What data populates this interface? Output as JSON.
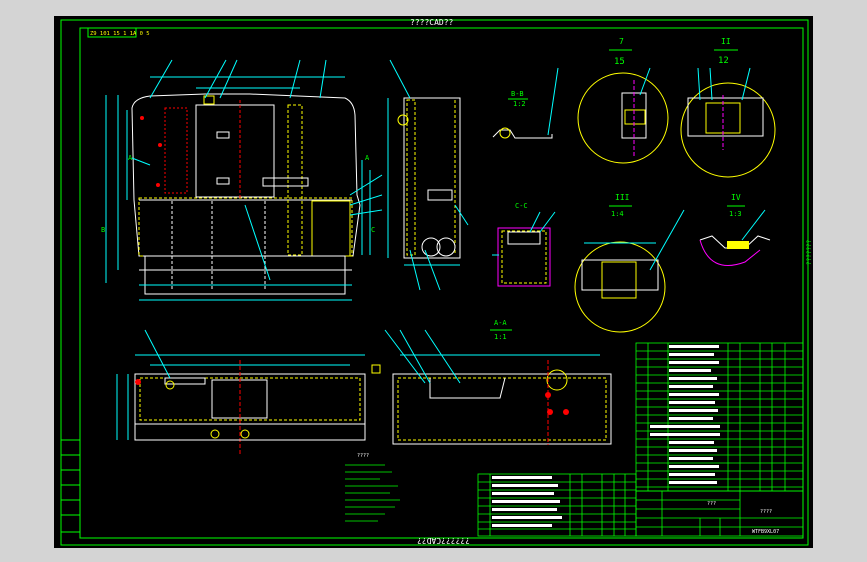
{
  "window": {
    "background": "#d4d4d4",
    "sheet_color": "#000000"
  },
  "drawing": {
    "top_title": "????CAD??",
    "bottom_title": "??????CAD??",
    "right_side_text": "???????",
    "code_box": "Z9 101 15 1 1A 0 5",
    "sections": {
      "bb": {
        "letter": "B-B",
        "scale": "1:2"
      },
      "cc": {
        "letter": "C-C"
      },
      "aa": {
        "letter": "A-A",
        "scale": "1:1"
      },
      "d1": {
        "num": "7",
        "den": "15"
      },
      "d2": {
        "num": "II",
        "den": "12"
      },
      "d3": {
        "num": "III",
        "den": "1:4"
      },
      "d4": {
        "num": "IV",
        "den": "1:3"
      }
    },
    "labels": {
      "a": "A",
      "b": "B",
      "c": "C",
      "a2": "A"
    },
    "notes": "????",
    "title_block": {
      "name": "???",
      "org": "????",
      "drawing_no": "WTFB9XL07"
    }
  },
  "colors": {
    "border": "#00ff00",
    "outline": "#ffffff",
    "dimension": "#00ffff",
    "hidden": "#ff0000",
    "hatch": "#ffff00",
    "detail": "#ff00ff",
    "leader": "#ffff00"
  }
}
